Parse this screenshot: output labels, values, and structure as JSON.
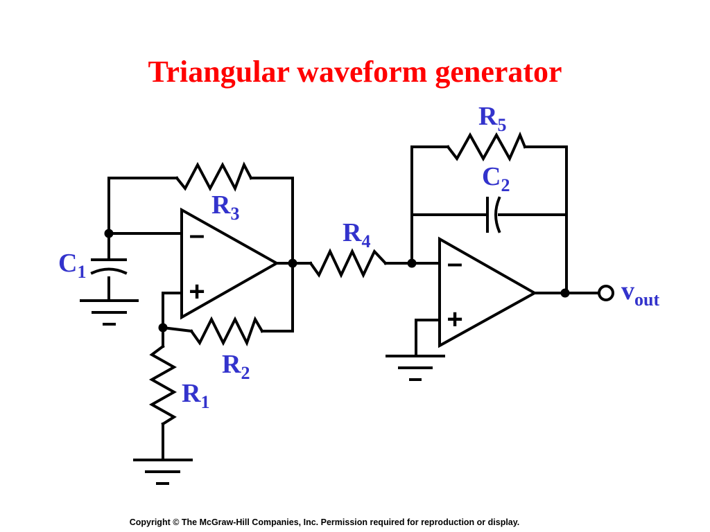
{
  "title": "Triangular waveform generator",
  "labels": {
    "R5": {
      "main": "R",
      "sub": "5"
    },
    "C2": {
      "main": "C",
      "sub": "2"
    },
    "R3": {
      "main": "R",
      "sub": "3"
    },
    "R4": {
      "main": "R",
      "sub": "4"
    },
    "C1": {
      "main": "C",
      "sub": "1"
    },
    "R2": {
      "main": "R",
      "sub": "2"
    },
    "R1": {
      "main": "R",
      "sub": "1"
    },
    "vout": {
      "main": "v",
      "sub": "out"
    }
  },
  "opamp_signs": {
    "minus": "–",
    "plus": "+"
  },
  "copyright": "Copyright © The McGraw-Hill Companies, Inc. Permission required for reproduction or display.",
  "colors": {
    "title": "#ff0000",
    "labels": "#3333cc",
    "wires": "#000000"
  }
}
